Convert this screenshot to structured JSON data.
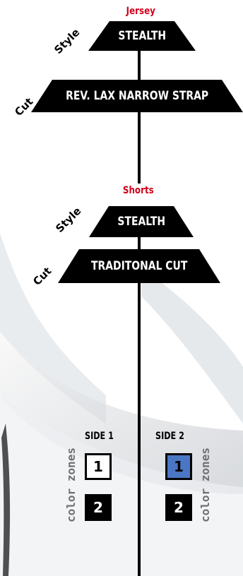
{
  "jersey": {
    "title": "Jersey",
    "style_label": "Style",
    "style_value": "STEALTH",
    "cut_label": "Cut",
    "cut_value": "REV. LAX NARROW STRAP"
  },
  "shorts": {
    "title": "Shorts",
    "style_label": "Style",
    "style_value": "STEALTH",
    "cut_label": "Cut",
    "cut_value": "TRADITONAL CUT"
  },
  "color_zones": {
    "label": "color zones",
    "side1": {
      "label": "SIDE 1",
      "zone1": "1",
      "zone2": "2"
    },
    "side2": {
      "label": "SIDE 2",
      "zone1": "1",
      "zone2": "2"
    }
  },
  "colors": {
    "title_red": "#d0021b",
    "banner_black": "#000000",
    "side2_zone1_blue": "#4a77c4",
    "label_gray": "#707070"
  }
}
